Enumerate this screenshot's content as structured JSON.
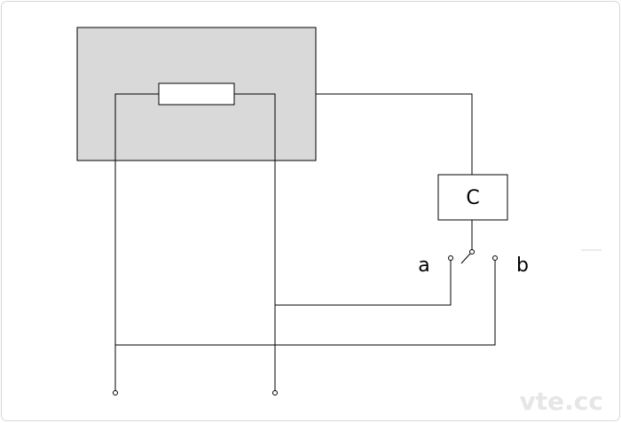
{
  "diagram": {
    "component_label": "C",
    "switch_terminal_a": "a",
    "switch_terminal_b": "b",
    "watermark": "vte.cc"
  },
  "colors": {
    "housing_fill": "#d9d9d9",
    "line": "#000000",
    "frame_border": "#d8d8d8"
  }
}
